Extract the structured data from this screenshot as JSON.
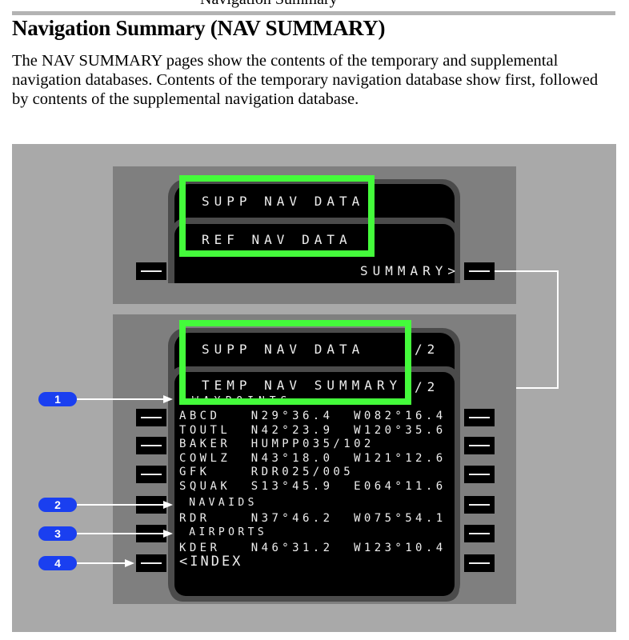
{
  "header": {
    "cut_text": "Navigation Summary",
    "title": "Navigation Summary (NAV SUMMARY)"
  },
  "paragraph": "The NAV SUMMARY pages show the contents of the temporary and supplemental navigation databases. Contents of the temporary navigation database show first, followed by contents of the supplemental navigation database.",
  "colors": {
    "highlight": "#44fb3b",
    "callout": "#1a3ff0"
  },
  "upper_cdu": {
    "page1_title": "SUPP NAV DATA",
    "page2_title": "REF NAV DATA",
    "summary_prompt": "SUMMARY>"
  },
  "lower_cdu": {
    "page1_title": "SUPP NAV DATA",
    "page1_num": "/2",
    "page2_title": "TEMP NAV SUMMARY",
    "page2_num": "/2",
    "waypoints_header": "WAYPOINTS",
    "rows": [
      {
        "text": "ABCD   N29°36.4  W082°16.4"
      },
      {
        "text": "TOUTL  N42°23.9  W120°35.6"
      },
      {
        "text": "BAKER  HUMPP035/102"
      },
      {
        "text": "COWLZ  N43°18.0  W121°12.6"
      },
      {
        "text": "GFK    RDR025/005"
      },
      {
        "text": "SQUAK  S13°45.9  E064°11.6"
      },
      {
        "text": " NAVAIDS"
      },
      {
        "text": "RDR    N37°46.2  W075°54.1"
      },
      {
        "text": " AIRPORTS"
      },
      {
        "text": "KDER   N46°31.2  W123°10.4"
      }
    ],
    "index_prompt": "<INDEX"
  },
  "callouts": [
    "1",
    "2",
    "3",
    "4"
  ]
}
